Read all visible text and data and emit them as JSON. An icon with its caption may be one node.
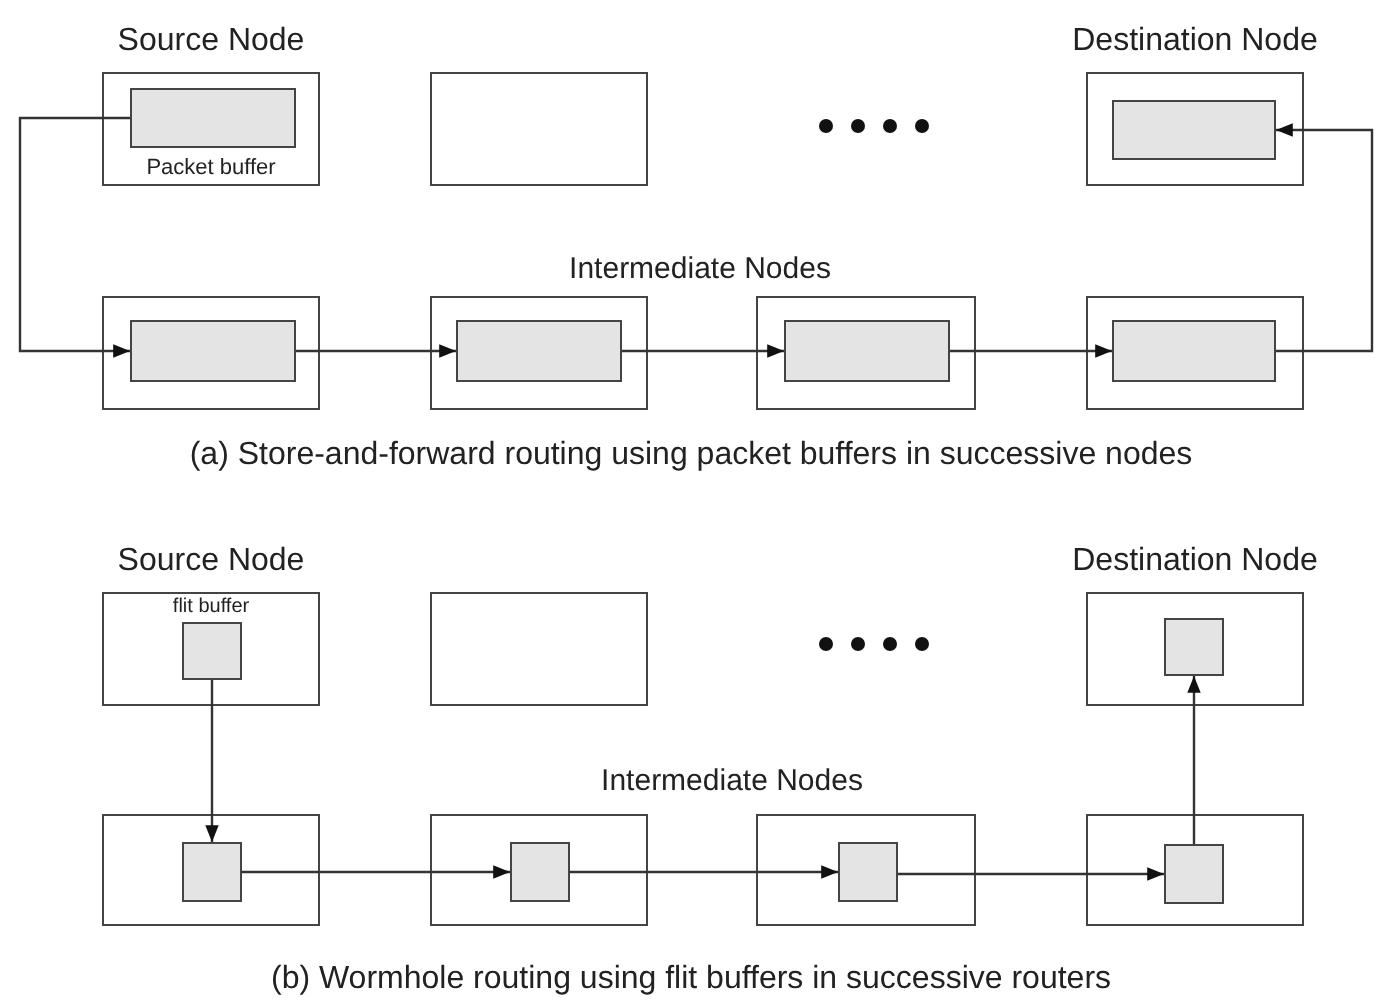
{
  "diagram": {
    "nodes": [
      {
        "text": [
          "Source Node",
          "Packet buffer"
        ]
      },
      {
        "text": [],
        "shape": "box",
        "in": 0
      },
      {
        "text": [],
        "shape": "box"
      },
      {
        "text": [
          "Destination Node"
        ]
      },
      {
        "text": [],
        "shape": "box",
        "in": 3
      },
      {
        "text": [],
        "shape": "box"
      },
      {
        "text": [],
        "shape": "box",
        "in": 5
      },
      {
        "text": [],
        "shape": "box"
      },
      {
        "text": [],
        "shape": "box",
        "in": 7
      },
      {
        "text": [],
        "shape": "box"
      },
      {
        "text": [],
        "shape": "box",
        "in": 9
      },
      {
        "text": [],
        "shape": "box"
      },
      {
        "text": [],
        "shape": "box",
        "in": 11
      },
      {
        "text": [
          "Source Node",
          "flit buffer"
        ]
      },
      {
        "text": [],
        "shape": "box",
        "in": 13
      },
      {
        "text": [],
        "shape": "box"
      },
      {
        "text": [
          "Destination Node"
        ]
      },
      {
        "text": [],
        "shape": "box",
        "in": 16
      },
      {
        "text": [],
        "shape": "box"
      },
      {
        "text": [],
        "shape": "box",
        "in": 18
      },
      {
        "text": [],
        "shape": "box"
      },
      {
        "text": [],
        "shape": "box",
        "in": 20
      },
      {
        "text": [],
        "shape": "box"
      },
      {
        "text": [],
        "shape": "box",
        "in": 22
      },
      {
        "text": [],
        "shape": "box"
      },
      {
        "text": [],
        "shape": "box",
        "in": 24
      }
    ],
    "edges": [
      {
        "from": 1,
        "to": 6,
        "arrow": "to"
      },
      {
        "from": 6,
        "to": 8,
        "arrow": "to"
      },
      {
        "from": 8,
        "to": 10,
        "arrow": "to"
      },
      {
        "from": 10,
        "to": 12,
        "arrow": "to"
      },
      {
        "from": 12,
        "to": 4,
        "arrow": "to"
      },
      {
        "from": 14,
        "to": 19,
        "arrow": "to"
      },
      {
        "from": 19,
        "to": 21,
        "arrow": "to"
      },
      {
        "from": 21,
        "to": 23,
        "arrow": "to"
      },
      {
        "from": 23,
        "to": 25,
        "arrow": "to"
      },
      {
        "from": 25,
        "to": 17,
        "arrow": "to"
      }
    ],
    "labels": [
      "Intermediate Nodes",
      "(a) Store-and-forward routing using packet buffers in successive nodes",
      "Intermediate Nodes",
      "(b) Wormhole routing using flit buffers in successive routers"
    ]
  }
}
